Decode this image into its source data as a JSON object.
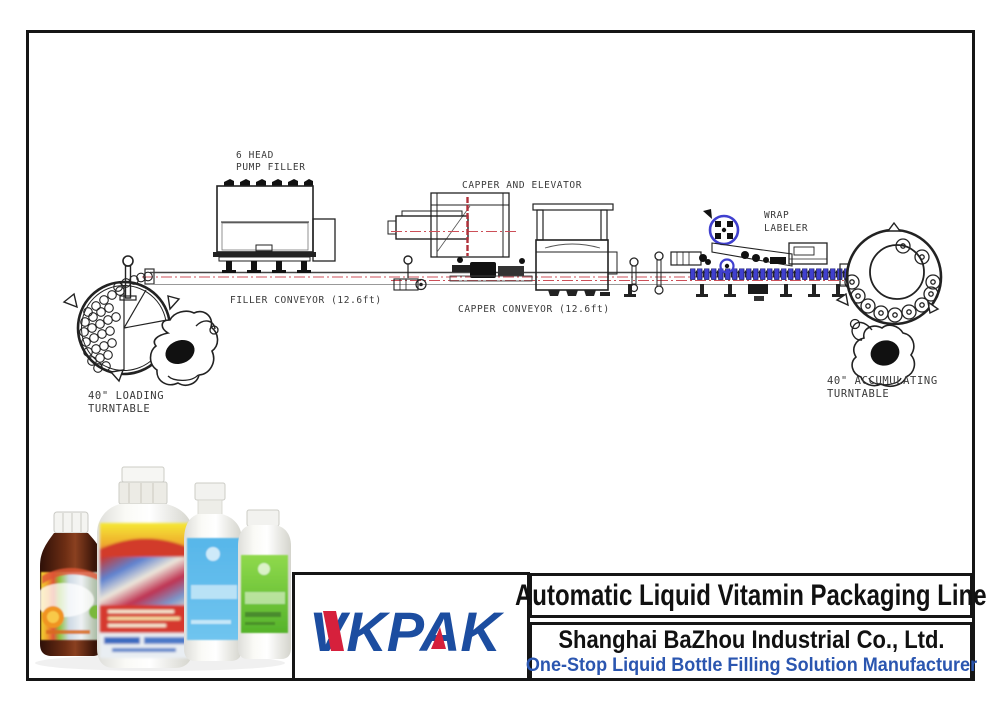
{
  "diagram": {
    "labels": {
      "pump_filler": [
        "6 HEAD",
        "PUMP FILLER"
      ],
      "capper_elevator": "CAPPER AND ELEVATOR",
      "wrap_labeler": [
        "WRAP",
        "LABELER"
      ],
      "filler_conveyor": "FILLER CONVEYOR (12.6ft)",
      "capper_conveyor": "CAPPER CONVEYOR (12.6ft)",
      "loading_turntable": [
        "40\" LOADING",
        "TURNTABLE"
      ],
      "accumulating_turntable": [
        "40\" ACCUMULATING",
        "TURNTABLE"
      ]
    },
    "colors": {
      "line_art": "#2a2a2a",
      "centerline_red": "#cc4f58",
      "accent_blue": "#4040cf"
    }
  },
  "product_photo": {
    "bottle_count": 4,
    "label_colors": [
      "#6e2e14",
      "#d6392f",
      "#57b6e9",
      "#6fcf3c"
    ]
  },
  "footer": {
    "logo_text": "VKPAK",
    "title": "Automatic Liquid Vitamin Packaging Line",
    "company": "Shanghai BaZhou Industrial Co., Ltd.",
    "tagline": "One-Stop Liquid Bottle Filling Solution Manufacturer",
    "colors": {
      "logo_blue": "#1c4da0",
      "logo_red": "#d6203c",
      "tagline_blue": "#2b56b0"
    }
  }
}
